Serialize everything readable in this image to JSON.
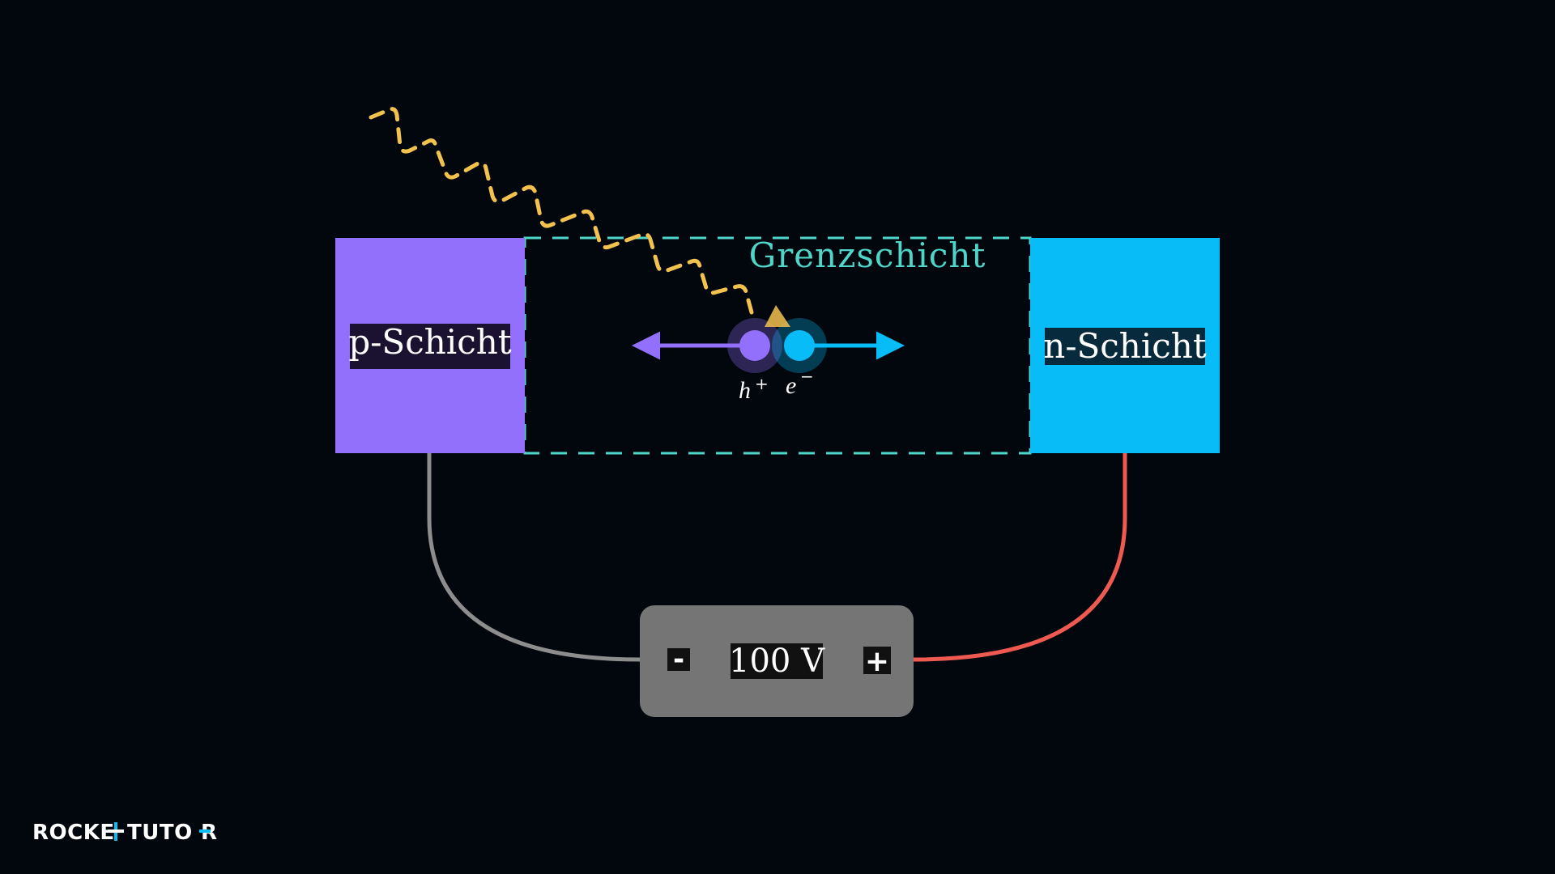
{
  "diagram": {
    "p_layer_label": "p-Schicht",
    "n_layer_label": "n-Schicht",
    "depletion_label": "Grenzschicht",
    "hole_symbol": "h",
    "hole_charge": "+",
    "electron_symbol": "e",
    "electron_charge": "−",
    "battery_voltage": "100 V",
    "battery_minus": "-",
    "battery_plus": "+"
  },
  "brand": {
    "logo_text_left": "ROCKE",
    "logo_text_right": "TUTO",
    "logo_r": "R"
  },
  "colors": {
    "background": "#02070d",
    "p_layer": "#9370fb",
    "n_layer": "#08bcf8",
    "depletion_border": "#4fd6c8",
    "photon": "#f3c14e",
    "hole": "#9370fb",
    "electron": "#08bcf8",
    "wire_negative": "#8d8d8d",
    "wire_positive": "#ef5a50",
    "battery_body": "#757575",
    "brand_accent": "#08bcf8"
  }
}
